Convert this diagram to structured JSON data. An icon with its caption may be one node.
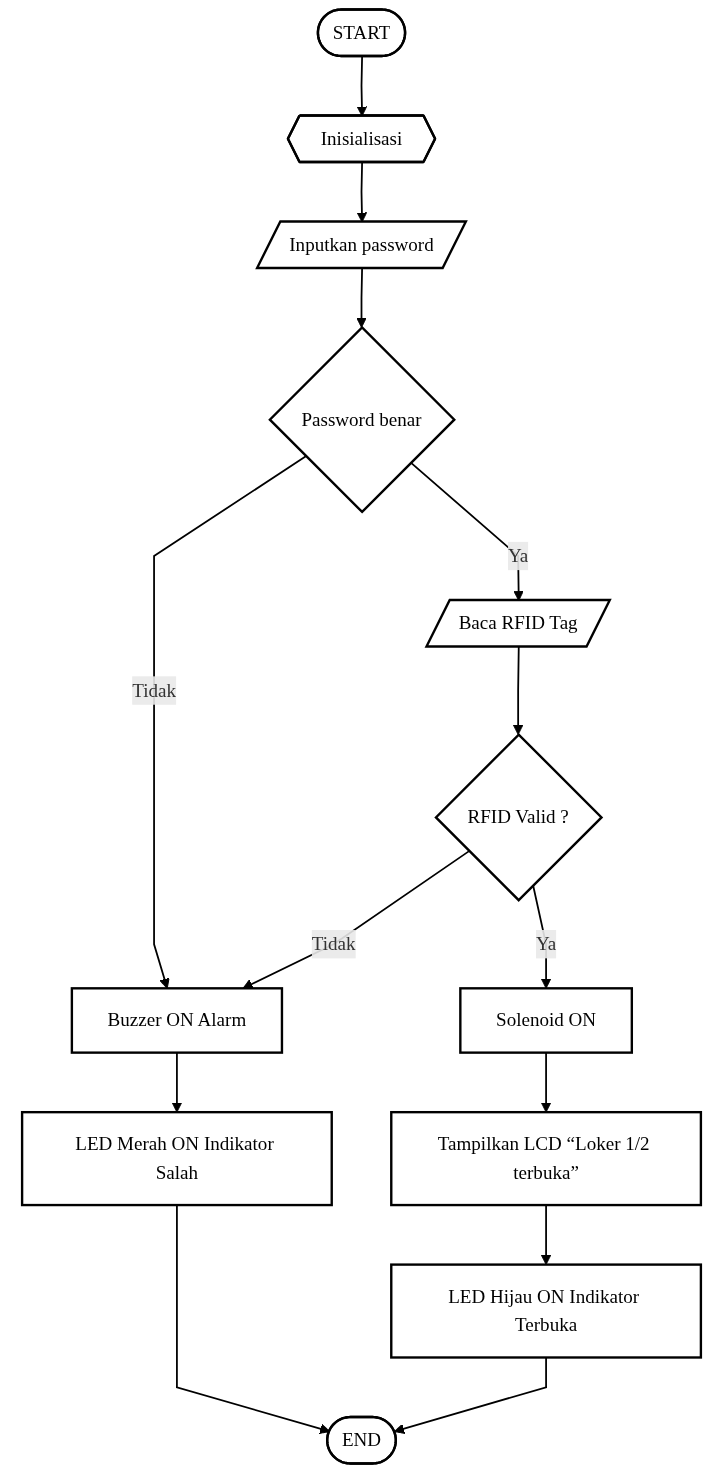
{
  "diagram": {
    "nodes": [
      {
        "text": [
          "START"
        ]
      },
      {
        "text": [
          "Inisialisasi"
        ]
      },
      {
        "text": [
          "Inputkan password"
        ]
      },
      {
        "text": [
          "Password benar"
        ]
      },
      {
        "text": [
          "Baca RFID Tag"
        ]
      },
      {
        "text": [
          "Buzzer ON Alarm"
        ]
      },
      {
        "text": [
          "RFID Valid ?"
        ]
      },
      {
        "text": [
          "LED Merah ON Indikator Salah"
        ]
      },
      {
        "text": [
          "Solenoid ON"
        ]
      },
      {
        "text": [
          "Tampilkan LCD “Loker 1/2 terbuka”"
        ]
      },
      {
        "text": [
          "LED Hijau ON Indikator Terbuka"
        ]
      },
      {
        "text": [
          "END"
        ]
      }
    ],
    "edges": [
      {
        "from": 0,
        "to": 1,
        "arrow": "to"
      },
      {
        "from": 1,
        "to": 2,
        "arrow": "to"
      },
      {
        "from": 2,
        "to": 3,
        "arrow": "to"
      },
      {
        "from": 3,
        "to": 4,
        "arrow": "to",
        "label": "Ya"
      },
      {
        "from": 3,
        "to": 5,
        "arrow": "to",
        "label": "Tidak"
      },
      {
        "from": 4,
        "to": 6,
        "arrow": "to"
      },
      {
        "from": 6,
        "to": 5,
        "arrow": "to",
        "label": "Tidak"
      },
      {
        "from": 6,
        "to": 8,
        "arrow": "to",
        "label": "Ya"
      },
      {
        "from": 5,
        "to": 7,
        "arrow": "to"
      },
      {
        "from": 8,
        "to": 9,
        "arrow": "to"
      },
      {
        "from": 9,
        "to": 10,
        "arrow": "to"
      },
      {
        "from": 7,
        "to": 11,
        "arrow": "to"
      },
      {
        "from": 10,
        "to": 11,
        "arrow": "to"
      }
    ]
  }
}
